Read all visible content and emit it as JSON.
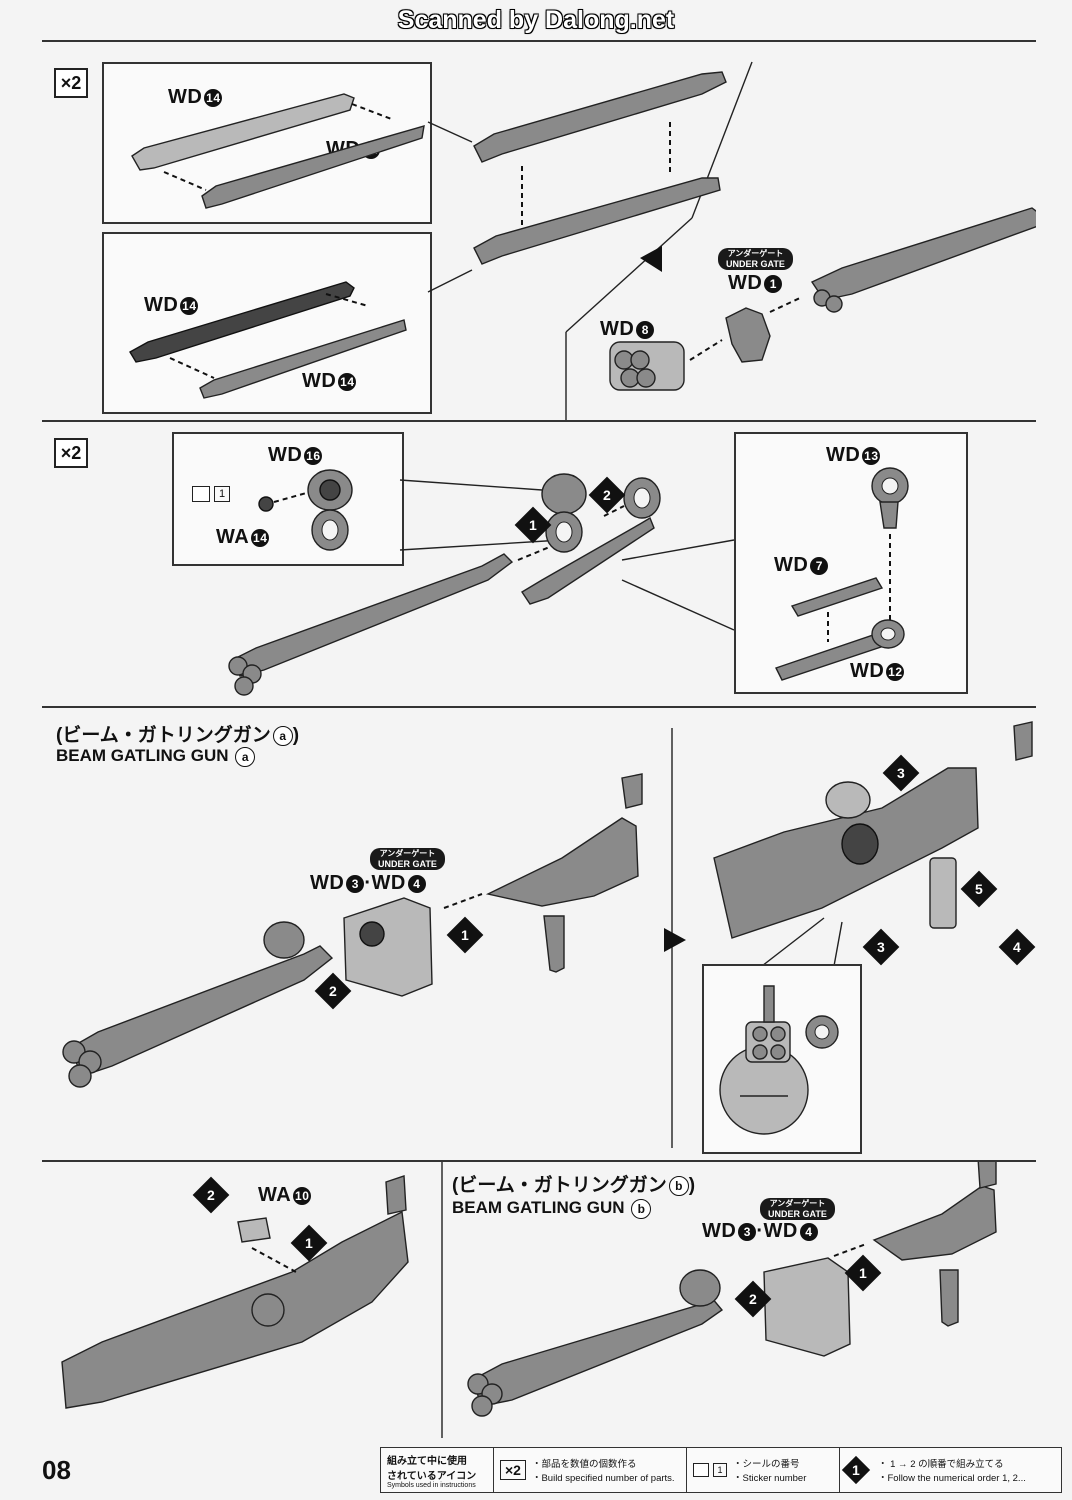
{
  "scan_banner": "Scanned by Dalong.net",
  "page_number": "08",
  "multiplier": "×2",
  "parts": {
    "wd14": "WD",
    "wd14_num": "14",
    "wd1": "WD",
    "wd1_num": "1",
    "wd8": "WD",
    "wd8_num": "8",
    "wd16": "WD",
    "wd16_num": "16",
    "wa14": "WA",
    "wa14_num": "14",
    "sticker_num": "1",
    "wd13": "WD",
    "wd13_num": "13",
    "wd7": "WD",
    "wd7_num": "7",
    "wd12": "WD",
    "wd12_num": "12",
    "wd3": "WD",
    "wd3_num": "3",
    "wd4": "WD",
    "wd4_num": "4",
    "wa10": "WA",
    "wa10_num": "10",
    "separator": "·"
  },
  "under_gate": {
    "jp": "アンダーゲート",
    "en": "UNDER GATE"
  },
  "section_a": {
    "title_jp": "(ビーム・ガトリングガン",
    "title_jp_close": ")",
    "letter": "a",
    "title_en": "BEAM GATLING GUN"
  },
  "section_b": {
    "title_jp": "(ビーム・ガトリングガン",
    "title_jp_close": ")",
    "letter": "b",
    "title_en": "BEAM GATLING GUN"
  },
  "steps": [
    "1",
    "2",
    "3",
    "4",
    "5"
  ],
  "legend": {
    "icons_jp_1": "組み立て中に使用",
    "icons_jp_2": "されているアイコン",
    "icons_en": "Symbols used in instructions",
    "mult_jp": "・部品を数値の個数作る",
    "mult_en": "・Build specified number of parts.",
    "sticker_box": "1",
    "sticker_jp": "・シールの番号",
    "sticker_en": "・Sticker number",
    "order_jp": "・ 1 → 2 の順番で組み立てる",
    "order_en": "・Follow the numerical order",
    "order_big": "1",
    "order_tail": "1, 2..."
  }
}
